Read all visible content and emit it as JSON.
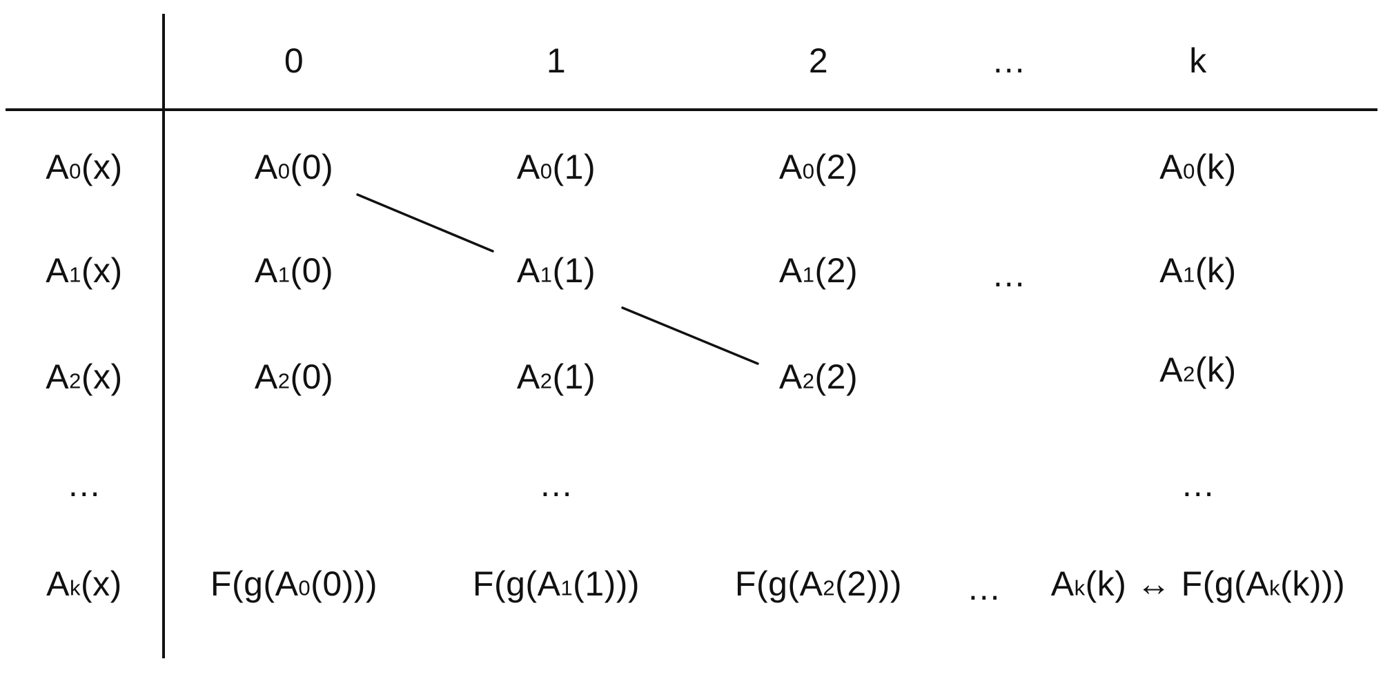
{
  "table": {
    "column_headers": [
      "0",
      "1",
      "2",
      "…",
      "k"
    ],
    "rows": [
      {
        "label": "A₀(x)",
        "cells": [
          "A₀(0)",
          "A₀(1)",
          "A₀(2)",
          "",
          "A₀(k)"
        ]
      },
      {
        "label": "A₁(x)",
        "cells": [
          "A₁(0)",
          "A₁(1)",
          "A₁(2)",
          "…",
          "A₁(k)"
        ]
      },
      {
        "label": "A₂(x)",
        "cells": [
          "A₂(0)",
          "A₂(1)",
          "A₂(2)",
          "",
          "A₂(k)"
        ]
      },
      {
        "label": "…",
        "cells": [
          "",
          "…",
          "",
          "",
          "…"
        ]
      },
      {
        "label": "Aₖ(x)",
        "cells": [
          "F(g(A₀(0)))",
          "F(g(A₁(1)))",
          "F(g(A₂(2)))",
          "…",
          "Aₖ(k) ↔ F(g(Aₖ(k)))"
        ]
      }
    ]
  },
  "connectors": [
    {
      "from": "A₀(0)",
      "to": "A₁(1)"
    },
    {
      "from": "A₁(1)",
      "to": "A₂(2)"
    }
  ],
  "colors": {
    "ink": "#111111",
    "background": "#ffffff"
  }
}
